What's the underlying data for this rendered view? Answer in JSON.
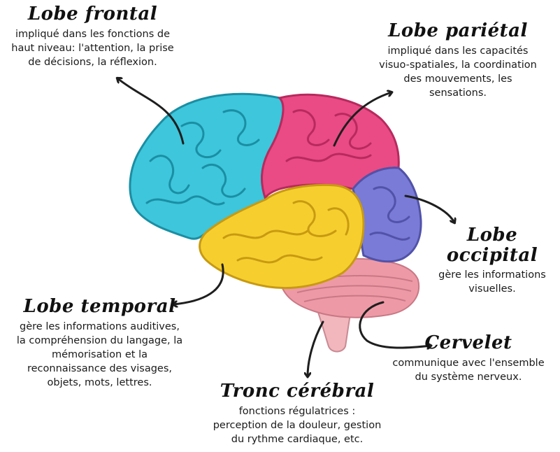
{
  "colors": {
    "frontal": "#3dc6dc",
    "parietal": "#ea4b84",
    "occipital": "#7a7bd6",
    "temporal": "#f6cf2e",
    "cerebellum": "#ee9aa6",
    "brainstem": "#f2b6bd",
    "arrow": "#1e1e1e"
  },
  "lobes": {
    "frontal": {
      "title": "Lobe frontal",
      "description": "impliqué dans les fonctions de\nhaut niveau: l'attention, la prise\nde décisions, la réflexion."
    },
    "parietal": {
      "title": "Lobe pariétal",
      "description": "impliqué dans les capacités\nvisuo-spatiales, la coordination\ndes mouvements, les\nsensations."
    },
    "occipital": {
      "title": "Lobe occipital",
      "description": "gère les informations\nvisuelles."
    },
    "temporal": {
      "title": "Lobe temporal",
      "description": "gère les informations auditives,\nla compréhension du langage, la\nmémorisation et la\nreconnaissance des visages,\nobjets, mots, lettres."
    },
    "cerebellum": {
      "title": "Cervelet",
      "description": "communique avec l'ensemble\ndu système nerveux."
    },
    "brainstem": {
      "title": "Tronc cérébral",
      "description": "fonctions régulatrices :\nperception de la douleur, gestion\ndu rythme cardiaque, etc."
    }
  }
}
